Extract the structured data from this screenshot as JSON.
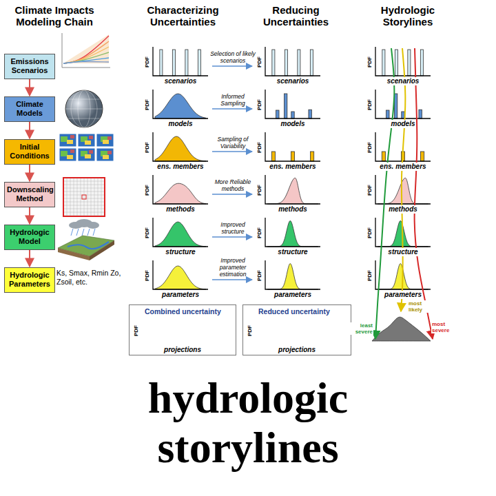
{
  "diagram": {
    "title": "hydrologic storylines",
    "nodes": [
      {
        "text": [
          "Emissions Scenarios"
        ]
      },
      {
        "text": [
          "Climate Models"
        ]
      },
      {
        "text": [
          "Initial Conditions"
        ]
      },
      {
        "text": [
          "Downscaling Method"
        ]
      },
      {
        "text": [
          "Hydrologic Model"
        ]
      },
      {
        "text": [
          "Hydrologic Parameters"
        ]
      },
      {
        "text": [
          "Combined uncertainty",
          "PDF",
          "projections"
        ]
      },
      {
        "text": [
          "Reduced uncertainty",
          "PDF",
          "projections"
        ]
      }
    ],
    "edges": [
      {
        "from": 0,
        "to": 1,
        "arrow": "to"
      },
      {
        "from": 1,
        "to": 2,
        "arrow": "to"
      },
      {
        "from": 2,
        "to": 3,
        "arrow": "to"
      },
      {
        "from": 3,
        "to": 4,
        "arrow": "to"
      },
      {
        "from": 4,
        "to": 5,
        "arrow": "to"
      }
    ],
    "labels": [
      "Climate Impacts Modeling Chain",
      "Characterizing Uncertainties",
      "Reducing Uncertainties",
      "Hydrologic Storylines",
      "PDF",
      "scenarios",
      "Selection of likely scenarios",
      "PDF",
      "scenarios",
      "PDF",
      "scenarios",
      "PDF",
      "models",
      "Informed Sampling",
      "PDF",
      "models",
      "PDF",
      "models",
      "PDF",
      "ens. members",
      "Sampling of Variability",
      "PDF",
      "ens. members",
      "PDF",
      "ens. members",
      "PDF",
      "methods",
      "More Reliable methods",
      "PDF",
      "methods",
      "PDF",
      "methods",
      "PDF",
      "structure",
      "Improved structure",
      "PDF",
      "structure",
      "PDF",
      "structure",
      "PDF",
      "parameters",
      "Improved parameter estimation",
      "PDF",
      "parameters",
      "PDF",
      "parameters",
      "Ks, Smax, Rmin Zo, Zsoil, etc.",
      "least severe",
      "most likely",
      "most severe"
    ]
  }
}
